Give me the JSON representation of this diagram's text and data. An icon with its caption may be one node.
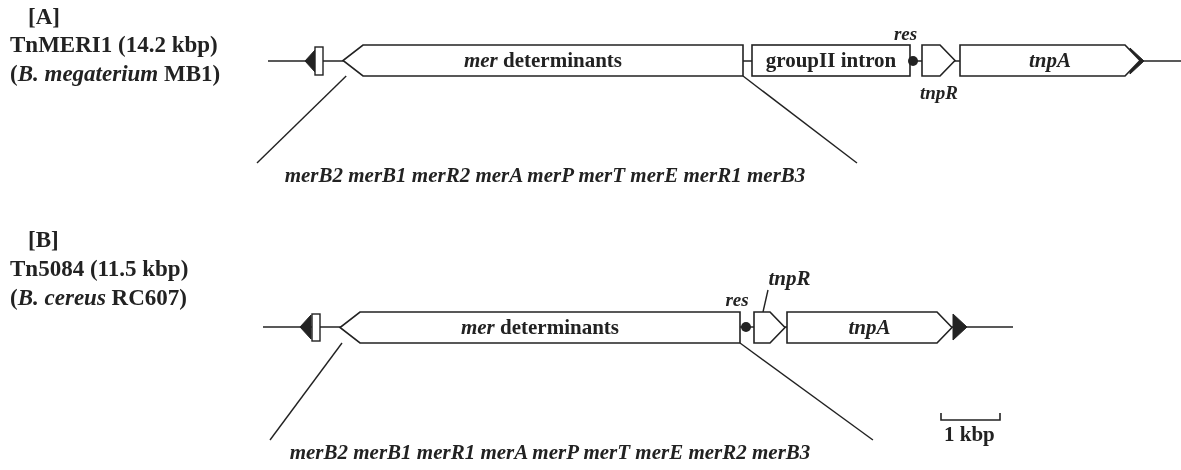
{
  "diagram": {
    "nodes": [
      {
        "text": [
          "*mer* determinants"
        ]
      },
      {
        "text": [
          "groupII intron"
        ]
      },
      {
        "text": [
          "res"
        ]
      },
      {
        "text": [
          "tnpR"
        ]
      },
      {
        "text": [
          "tnpA"
        ]
      },
      {
        "text": [
          "merB2 merB1 merR2 merA merP merT merE merR1 merB3"
        ]
      },
      {
        "text": [
          "*mer* determinants"
        ]
      },
      {
        "text": [
          "res"
        ]
      },
      {
        "text": [
          "tnpR"
        ]
      },
      {
        "text": [],
        "shape": "arrow"
      },
      {
        "text": [
          "tnpA"
        ]
      },
      {
        "text": [
          "merB2 merB1 merR1 merA merP merT merE merR2 merB3"
        ]
      }
    ],
    "edges": [
      {
        "from": 5,
        "to": 0,
        "arrow": "none"
      },
      {
        "from": 5,
        "to": 0,
        "arrow": "none"
      },
      {
        "from": 11,
        "to": 6,
        "arrow": "none"
      },
      {
        "from": 11,
        "to": 6,
        "arrow": "none"
      },
      {
        "from": 8,
        "to": 9,
        "arrow": "none"
      }
    ],
    "labels": [
      "[A]",
      "TnMERI1 (14.2 kbp)",
      "(*B. megaterium* MB1)",
      "[B]",
      "Tn5084 (11.5 kbp)",
      "(*B. cereus* RC607)",
      "1 kbp"
    ]
  }
}
